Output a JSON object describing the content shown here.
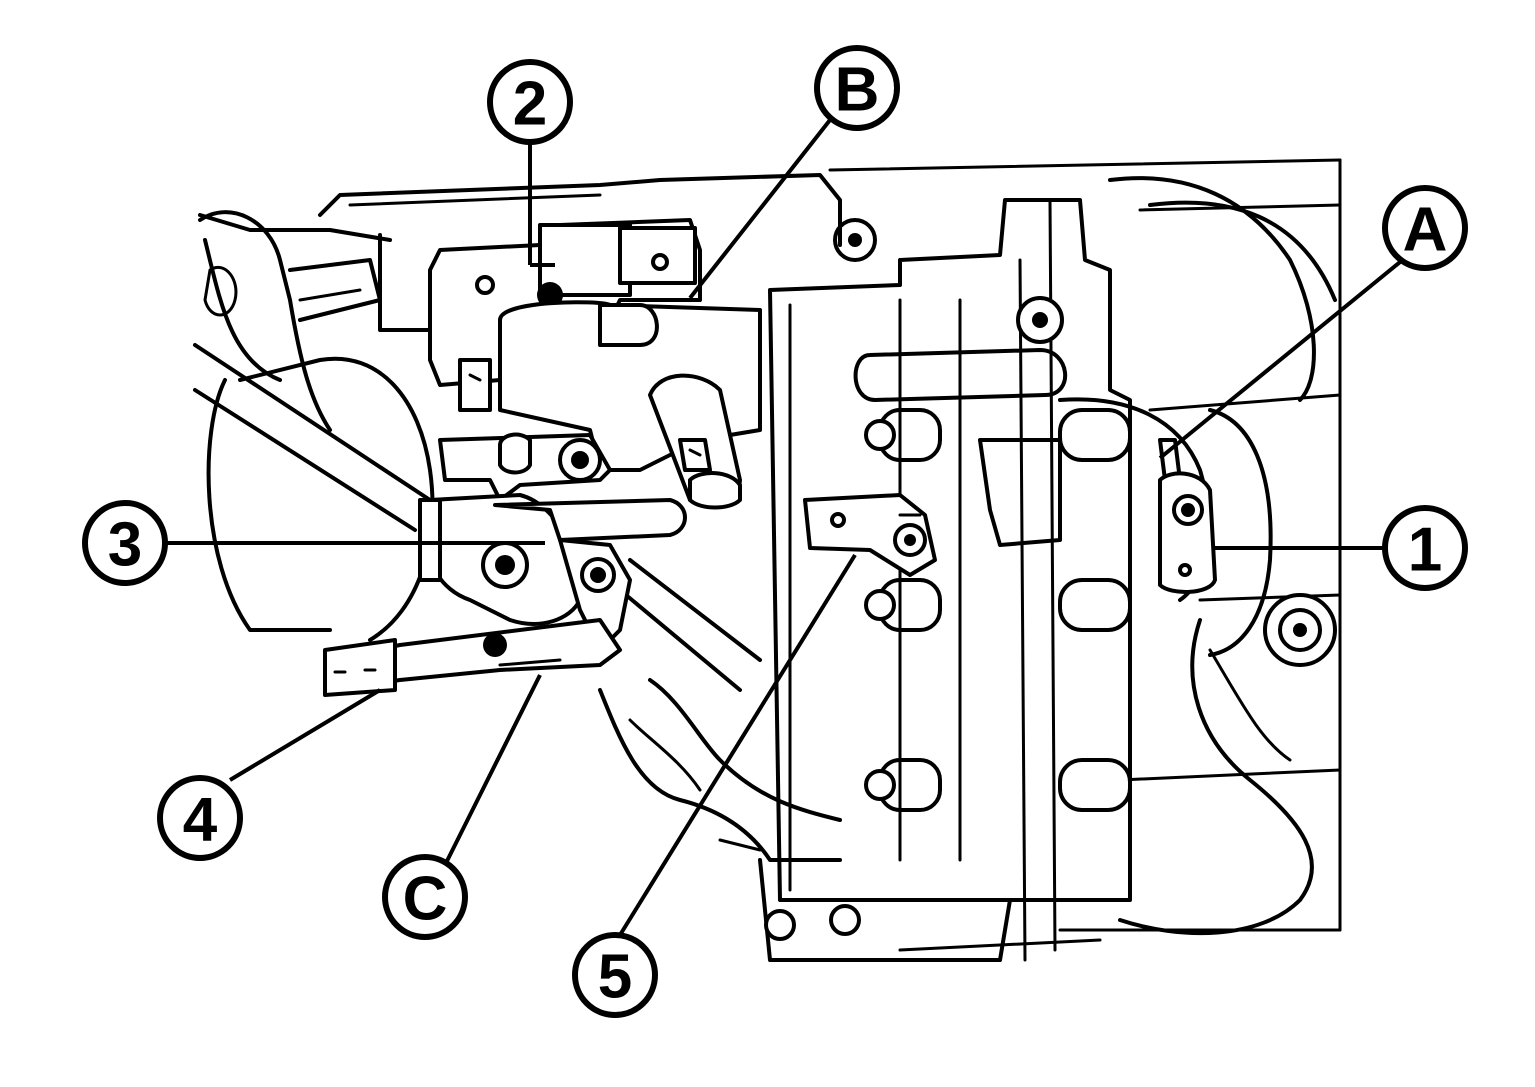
{
  "callouts": {
    "one": "1",
    "two": "2",
    "three": "3",
    "four": "4",
    "five": "5",
    "a": "A",
    "b": "B",
    "c": "C"
  }
}
